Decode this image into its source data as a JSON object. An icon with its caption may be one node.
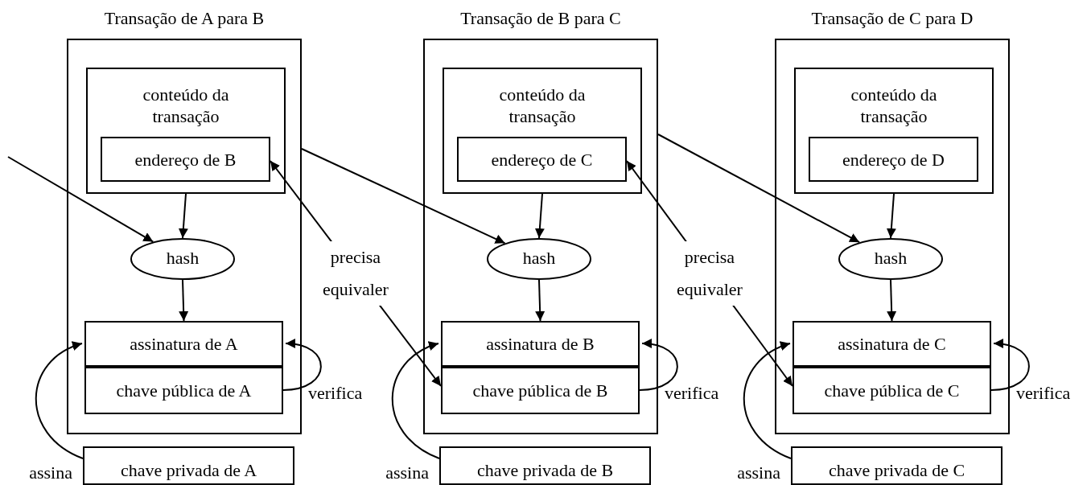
{
  "diagram": {
    "nodes": [
      {
        "text": [
          "Transação de A para B"
        ]
      },
      {
        "text": [
          "conteúdo da transação"
        ],
        "in": 0
      },
      {
        "text": [
          "endereço de B"
        ],
        "in": 1
      },
      {
        "text": [
          "hash"
        ],
        "in": 0
      },
      {
        "text": [
          "assinatura de A"
        ],
        "in": 0
      },
      {
        "text": [
          "chave pública de A"
        ],
        "in": 0
      },
      {
        "text": [
          "chave privada de A"
        ]
      },
      {
        "text": [
          "Transação de B para C"
        ]
      },
      {
        "text": [
          "conteúdo da transação"
        ],
        "in": 7
      },
      {
        "text": [
          "endereço de C"
        ],
        "in": 8
      },
      {
        "text": [
          "hash"
        ],
        "in": 7
      },
      {
        "text": [
          "assinatura de B"
        ],
        "in": 7
      },
      {
        "text": [
          "chave pública de B"
        ],
        "in": 7
      },
      {
        "text": [
          "chave privada de B"
        ]
      },
      {
        "text": [
          "Transação de C para D"
        ]
      },
      {
        "text": [
          "conteúdo da transação"
        ],
        "in": 14
      },
      {
        "text": [
          "endereço de D"
        ],
        "in": 15
      },
      {
        "text": [
          "hash"
        ],
        "in": 14
      },
      {
        "text": [
          "assinatura de C"
        ],
        "in": 14
      },
      {
        "text": [
          "chave pública de C"
        ],
        "in": 14
      },
      {
        "text": [
          "chave privada de C"
        ]
      }
    ],
    "edges": [
      {
        "from": 1,
        "to": 3,
        "arrow": "to"
      },
      {
        "from": 3,
        "to": 4,
        "arrow": "to"
      },
      {
        "from": 5,
        "to": 4,
        "arrow": "to",
        "label": "verifica"
      },
      {
        "from": 6,
        "to": 4,
        "arrow": "to",
        "label": "assina"
      },
      {
        "from": null,
        "to": 3,
        "arrow": "to"
      },
      {
        "from": 8,
        "to": 10,
        "arrow": "to"
      },
      {
        "from": 10,
        "to": 11,
        "arrow": "to"
      },
      {
        "from": 12,
        "to": 11,
        "arrow": "to",
        "label": "verifica"
      },
      {
        "from": 13,
        "to": 11,
        "arrow": "to",
        "label": "assina"
      },
      {
        "from": 0,
        "to": 10,
        "arrow": "to"
      },
      {
        "from": 2,
        "to": 12,
        "arrow": "both",
        "label": "precisa equivaler"
      },
      {
        "from": 15,
        "to": 17,
        "arrow": "to"
      },
      {
        "from": 17,
        "to": 18,
        "arrow": "to"
      },
      {
        "from": 19,
        "to": 18,
        "arrow": "to",
        "label": "verifica"
      },
      {
        "from": 20,
        "to": 18,
        "arrow": "to",
        "label": "assina"
      },
      {
        "from": 7,
        "to": 17,
        "arrow": "to"
      },
      {
        "from": 9,
        "to": 19,
        "arrow": "both",
        "label": "precisa equivaler"
      }
    ]
  }
}
